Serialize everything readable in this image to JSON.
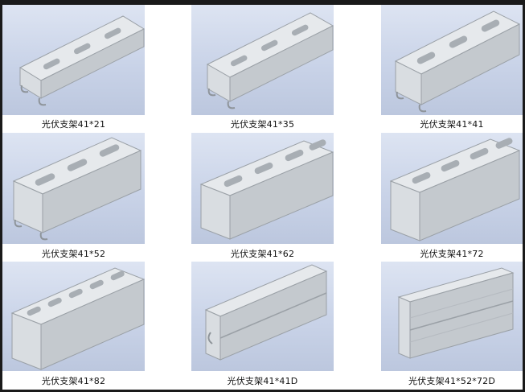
{
  "products": [
    {
      "caption": "光伏支架41*21"
    },
    {
      "caption": "光伏支架41*35"
    },
    {
      "caption": "光伏支架41*41"
    },
    {
      "caption": "光伏支架41*52"
    },
    {
      "caption": "光伏支架41*62"
    },
    {
      "caption": "光伏支架41*72"
    },
    {
      "caption": "光伏支架41*82"
    },
    {
      "caption": "光伏支架41*41D"
    },
    {
      "caption": "光伏支架41*52*72D"
    }
  ],
  "colors": {
    "panel_top": "#dde4f2",
    "panel_bottom": "#bcc7de",
    "steel_light": "#e9ecef",
    "steel_mid": "#c3c8cd",
    "steel_dark": "#8e949a"
  }
}
